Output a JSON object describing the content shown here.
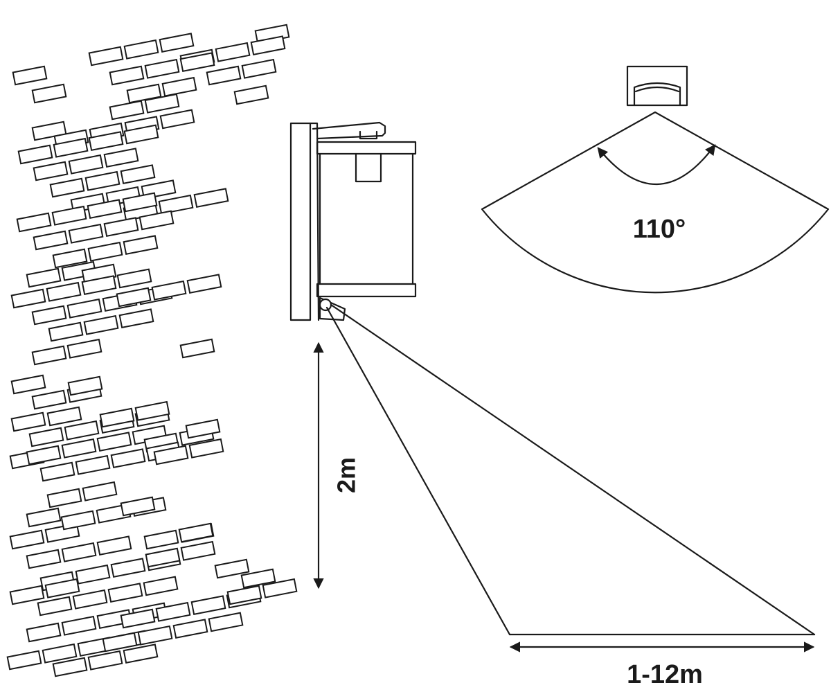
{
  "labels": {
    "angle": "110°",
    "height": "2m",
    "range": "1-12m"
  },
  "icons": {
    "wall": "brick-wall-icon",
    "lamp": "wall-lantern-icon",
    "sensor": "motion-sensor-icon"
  },
  "colors": {
    "line": "#1a1a1a",
    "background": "#ffffff"
  }
}
